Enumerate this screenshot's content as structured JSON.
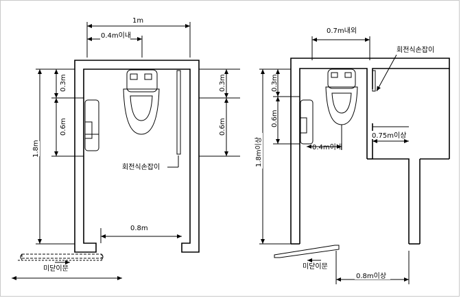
{
  "left_plan": {
    "width_label": "1m",
    "seat_offset_label": "0.4m이내",
    "upper_height_label": "0.3m",
    "middle_height_label": "0.6m",
    "total_height_label": "1.8m",
    "grab_bar_label": "회전식손잡이",
    "door_width_label": "0.8m",
    "door_type_label": "미닫이문"
  },
  "right_plan": {
    "seat_offset_label": "0.7m내외",
    "grab_bar_label": "회전식손잡이",
    "upper_height_label": "0.3m",
    "middle_height_label": "0.6m",
    "total_height_label": "1.8m이상",
    "toilet_offset_label": "0.4m이내",
    "bar_length_label": "0.75m이상",
    "door_type_label": "미닫이문",
    "door_width_label": "0.8m이상"
  }
}
